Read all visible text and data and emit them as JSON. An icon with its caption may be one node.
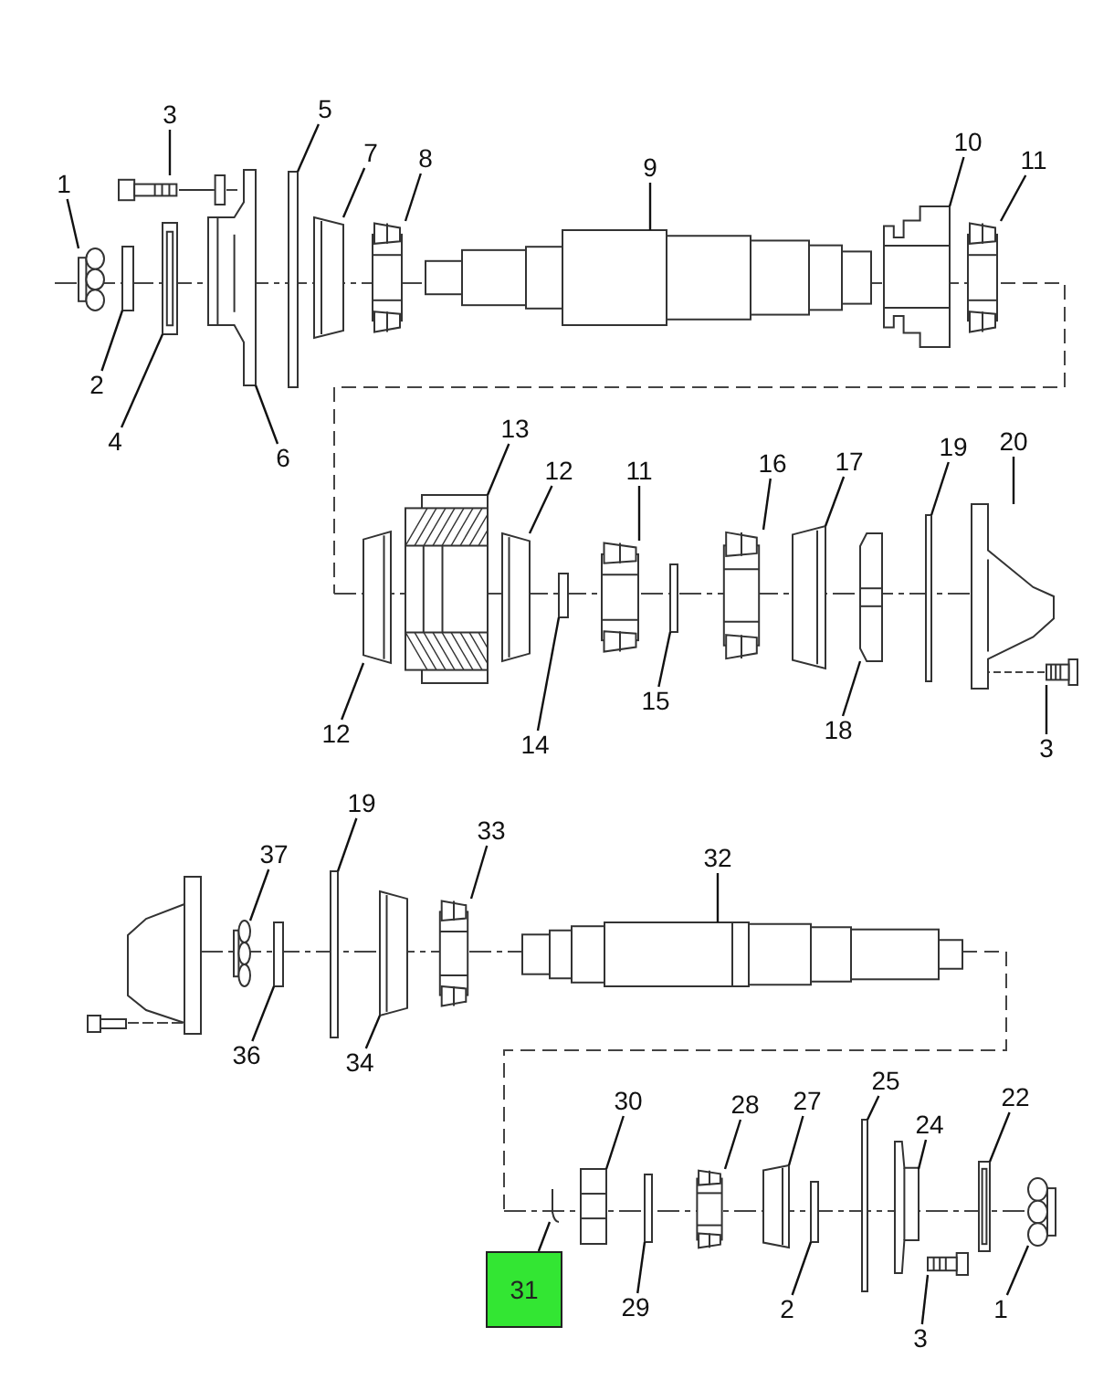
{
  "diagram": {
    "nodes": [
      {
        "text": [
          "1"
        ]
      },
      {
        "text": [],
        "shape": "picture"
      },
      {
        "text": [
          "2"
        ]
      },
      {
        "text": [],
        "shape": "box"
      },
      {
        "text": [
          "3"
        ]
      },
      {
        "text": [],
        "shape": "picture"
      },
      {
        "text": [
          "4"
        ]
      },
      {
        "text": [],
        "shape": "picture"
      },
      {
        "text": [
          "5"
        ]
      },
      {
        "text": [],
        "shape": "box"
      },
      {
        "text": [
          "6"
        ]
      },
      {
        "text": [],
        "shape": "picture"
      },
      {
        "text": [
          "7"
        ]
      },
      {
        "text": [],
        "shape": "picture"
      },
      {
        "text": [
          "8"
        ]
      },
      {
        "text": [],
        "shape": "picture"
      },
      {
        "text": [
          "9"
        ]
      },
      {
        "text": [],
        "shape": "picture"
      },
      {
        "text": [
          "10"
        ]
      },
      {
        "text": [],
        "shape": "picture"
      },
      {
        "text": [
          "11"
        ]
      },
      {
        "text": [],
        "shape": "picture"
      },
      {
        "text": [
          "12"
        ]
      },
      {
        "text": [],
        "shape": "picture"
      },
      {
        "text": [
          "13"
        ]
      },
      {
        "text": [],
        "shape": "picture"
      },
      {
        "text": [
          "12"
        ]
      },
      {
        "text": [],
        "shape": "picture"
      },
      {
        "text": [
          "14"
        ]
      },
      {
        "text": [],
        "shape": "box"
      },
      {
        "text": [
          "11"
        ]
      },
      {
        "text": [],
        "shape": "picture"
      },
      {
        "text": [
          "15"
        ]
      },
      {
        "text": [],
        "shape": "box"
      },
      {
        "text": [
          "16"
        ]
      },
      {
        "text": [],
        "shape": "picture"
      },
      {
        "text": [
          "17"
        ]
      },
      {
        "text": [],
        "shape": "picture"
      },
      {
        "text": [
          "18"
        ]
      },
      {
        "text": [],
        "shape": "picture"
      },
      {
        "text": [
          "19"
        ]
      },
      {
        "text": [],
        "shape": "box"
      },
      {
        "text": [
          "20"
        ]
      },
      {
        "text": [],
        "shape": "picture"
      },
      {
        "text": [
          "3"
        ]
      },
      {
        "text": [],
        "shape": "picture"
      },
      {
        "text": [
          "37"
        ]
      },
      {
        "text": [],
        "shape": "picture"
      },
      {
        "text": [
          "36"
        ]
      },
      {
        "text": [],
        "shape": "box"
      },
      {
        "text": [
          "19"
        ]
      },
      {
        "text": [],
        "shape": "box"
      },
      {
        "text": [
          "34"
        ]
      },
      {
        "text": [],
        "shape": "picture"
      },
      {
        "text": [
          "33"
        ]
      },
      {
        "text": [],
        "shape": "picture"
      },
      {
        "text": [
          "32"
        ]
      },
      {
        "text": [],
        "shape": "picture"
      },
      {
        "text": [
          "31"
        ]
      },
      {
        "text": [],
        "shape": "picture"
      },
      {
        "text": [
          "30"
        ]
      },
      {
        "text": [],
        "shape": "picture"
      },
      {
        "text": [
          "29"
        ]
      },
      {
        "text": [],
        "shape": "box"
      },
      {
        "text": [
          "28"
        ]
      },
      {
        "text": [],
        "shape": "picture"
      },
      {
        "text": [
          "27"
        ]
      },
      {
        "text": [],
        "shape": "picture"
      },
      {
        "text": [
          "2"
        ]
      },
      {
        "text": [],
        "shape": "box"
      },
      {
        "text": [
          "25"
        ]
      },
      {
        "text": [],
        "shape": "box"
      },
      {
        "text": [
          "24"
        ]
      },
      {
        "text": [],
        "shape": "picture"
      },
      {
        "text": [
          "3"
        ]
      },
      {
        "text": [],
        "shape": "picture"
      },
      {
        "text": [
          "22"
        ]
      },
      {
        "text": [],
        "shape": "picture"
      },
      {
        "text": [
          "1"
        ]
      },
      {
        "text": [],
        "shape": "picture"
      }
    ],
    "edges": [
      {
        "from": 0,
        "to": 1,
        "arrow": "none"
      },
      {
        "from": 2,
        "to": 3,
        "arrow": "none"
      },
      {
        "from": 4,
        "to": 5,
        "arrow": "none"
      },
      {
        "from": 6,
        "to": 7,
        "arrow": "none"
      },
      {
        "from": 8,
        "to": 9,
        "arrow": "none"
      },
      {
        "from": 10,
        "to": 11,
        "arrow": "none"
      },
      {
        "from": 12,
        "to": 13,
        "arrow": "none"
      },
      {
        "from": 14,
        "to": 15,
        "arrow": "none"
      },
      {
        "from": 16,
        "to": 17,
        "arrow": "none"
      },
      {
        "from": 18,
        "to": 19,
        "arrow": "none"
      },
      {
        "from": 20,
        "to": 21,
        "arrow": "none"
      },
      {
        "from": 22,
        "to": 23,
        "arrow": "none"
      },
      {
        "from": 24,
        "to": 25,
        "arrow": "none"
      },
      {
        "from": 26,
        "to": 27,
        "arrow": "none"
      },
      {
        "from": 28,
        "to": 29,
        "arrow": "none"
      },
      {
        "from": 30,
        "to": 31,
        "arrow": "none"
      },
      {
        "from": 32,
        "to": 33,
        "arrow": "none"
      },
      {
        "from": 34,
        "to": 35,
        "arrow": "none"
      },
      {
        "from": 36,
        "to": 37,
        "arrow": "none"
      },
      {
        "from": 38,
        "to": 39,
        "arrow": "none"
      },
      {
        "from": 40,
        "to": 41,
        "arrow": "none"
      },
      {
        "from": 42,
        "to": 43,
        "arrow": "none"
      },
      {
        "from": 44,
        "to": 45,
        "arrow": "none"
      },
      {
        "from": 46,
        "to": 47,
        "arrow": "none"
      },
      {
        "from": 48,
        "to": 49,
        "arrow": "none"
      },
      {
        "from": 50,
        "to": 51,
        "arrow": "none"
      },
      {
        "from": 52,
        "to": 53,
        "arrow": "none"
      },
      {
        "from": 54,
        "to": 55,
        "arrow": "none"
      },
      {
        "from": 56,
        "to": 57,
        "arrow": "none"
      },
      {
        "from": 58,
        "to": 59,
        "arrow": "none"
      },
      {
        "from": 60,
        "to": 61,
        "arrow": "none"
      },
      {
        "from": 62,
        "to": 63,
        "arrow": "none"
      },
      {
        "from": 64,
        "to": 65,
        "arrow": "none"
      },
      {
        "from": 66,
        "to": 67,
        "arrow": "none"
      },
      {
        "from": 68,
        "to": 69,
        "arrow": "none"
      },
      {
        "from": 70,
        "to": 71,
        "arrow": "none"
      },
      {
        "from": 72,
        "to": 73,
        "arrow": "none"
      },
      {
        "from": 74,
        "to": 75,
        "arrow": "none"
      },
      {
        "from": 76,
        "to": 77,
        "arrow": "none"
      },
      {
        "from": 78,
        "to": 79,
        "arrow": "none"
      }
    ]
  }
}
